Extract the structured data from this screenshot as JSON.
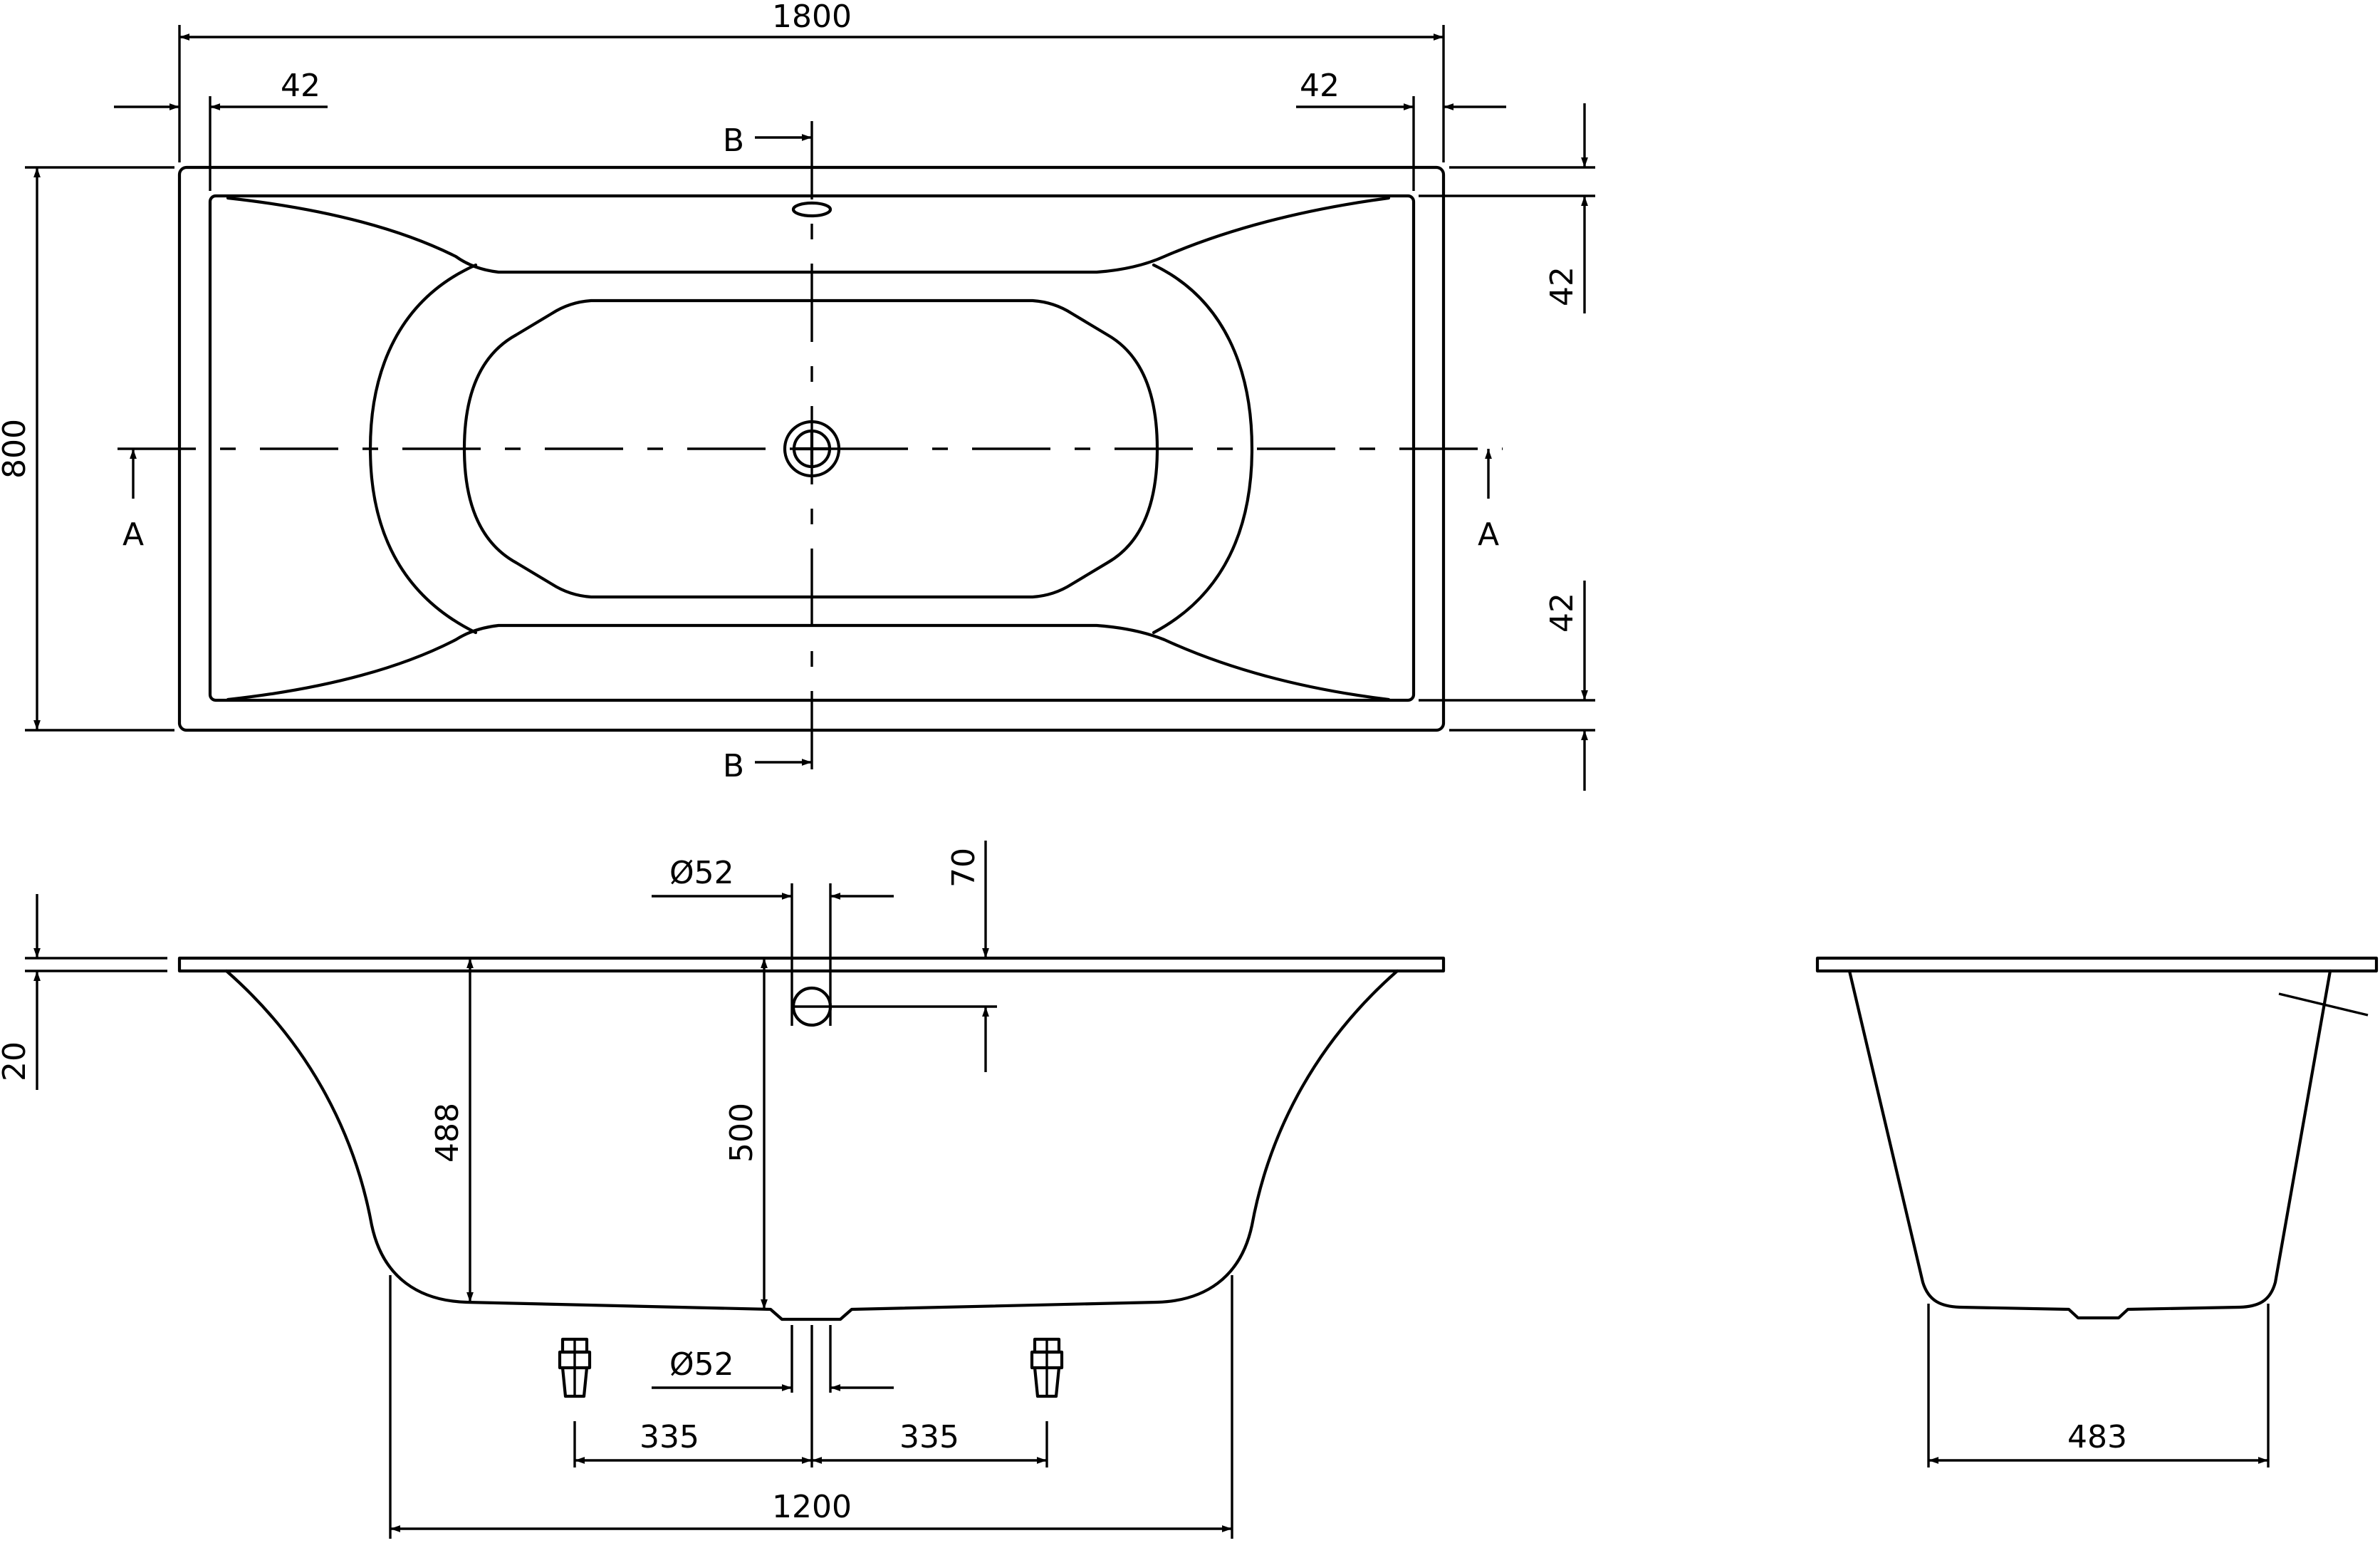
{
  "plan_view": {
    "width_dim": "1800",
    "rim_left_dim": "42",
    "rim_right_dim": "42",
    "depth_dim": "800",
    "rim_top_dim": "42",
    "rim_bottom_dim": "42",
    "section_a_left": "A",
    "section_a_right": "A",
    "section_b_top": "B",
    "section_b_bottom": "B"
  },
  "section_long": {
    "rim_thickness_dim": "20",
    "overflow_diameter_dim": "Ø52",
    "overflow_offset_dim": "70",
    "depth_left_dim": "488",
    "depth_center_dim": "500",
    "waste_diameter_dim": "Ø52",
    "foot_left_dim": "335",
    "foot_right_dim": "335",
    "base_length_dim": "1200"
  },
  "section_short": {
    "base_width_dim": "483"
  },
  "colors": {
    "line": "#000000",
    "background": "#ffffff"
  }
}
